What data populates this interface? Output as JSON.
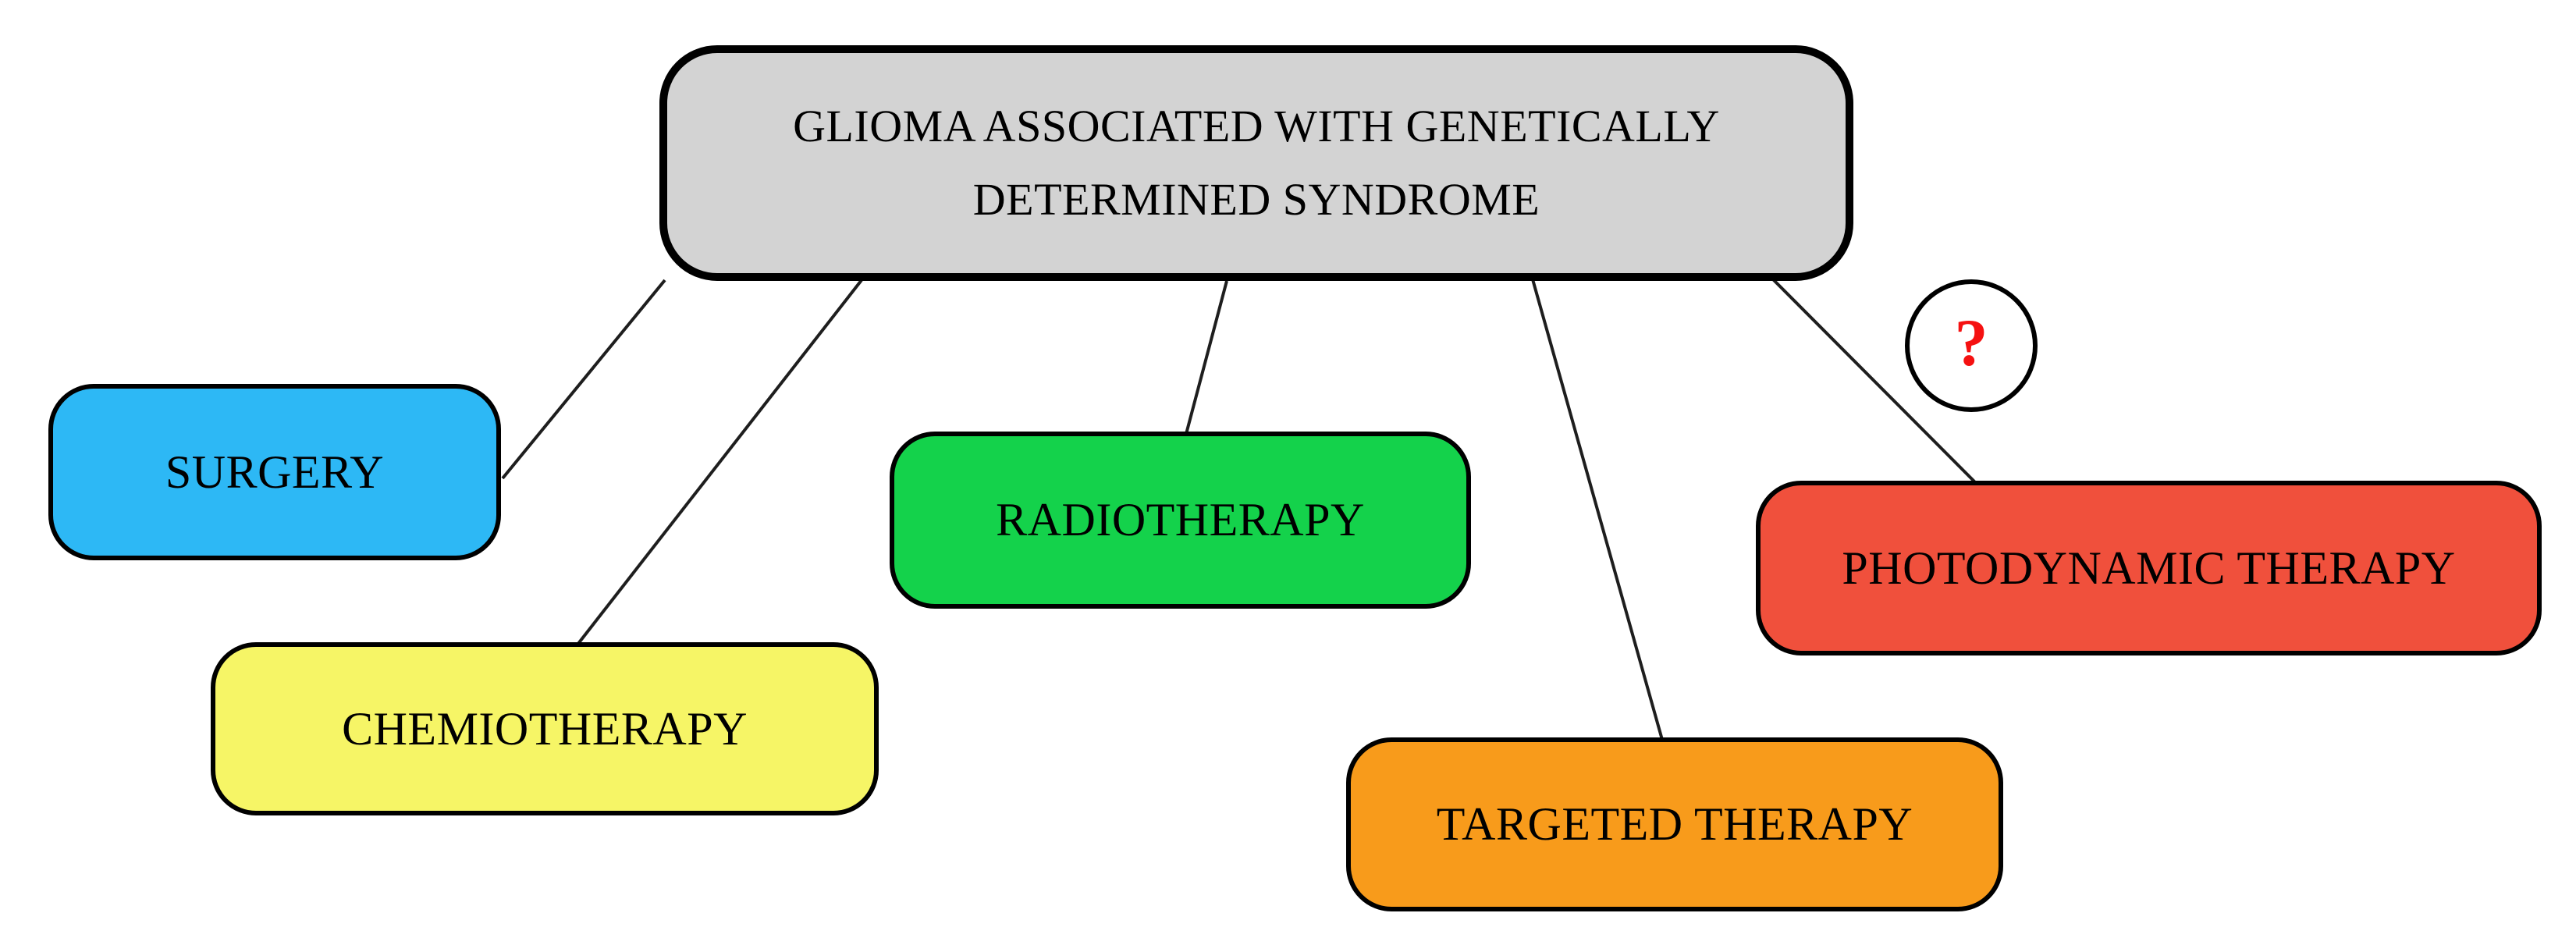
{
  "diagram": {
    "background_color": "#FFFFFF",
    "edge_color": "#1E1E1E",
    "text_color": "#000000",
    "root": {
      "label": "GLIOMA ASSOCIATED WITH GENETICALLY DETERMINED SYNDROME",
      "line1": "GLIOMA ASSOCIATED WITH GENETICALLY",
      "line2": "DETERMINED SYNDROME",
      "fill": "#D3D3D3"
    },
    "nodes": [
      {
        "id": "surgery",
        "label": "SURGERY",
        "fill": "#2DB8F5"
      },
      {
        "id": "chemiotherapy",
        "label": "CHEMIOTHERAPY",
        "fill": "#F6F566"
      },
      {
        "id": "radiotherapy",
        "label": "RADIOTHERAPY",
        "fill": "#14D24B"
      },
      {
        "id": "targeted-therapy",
        "label": "TARGETED THERAPY",
        "fill": "#F89B1B"
      },
      {
        "id": "photodynamic-therapy",
        "label": "PHOTODYNAMIC THERAPY",
        "fill": "#F0503C"
      }
    ],
    "uncertainty_marker": {
      "symbol": "?",
      "symbol_color": "#F51111",
      "fill": "#FFFFFF"
    }
  }
}
